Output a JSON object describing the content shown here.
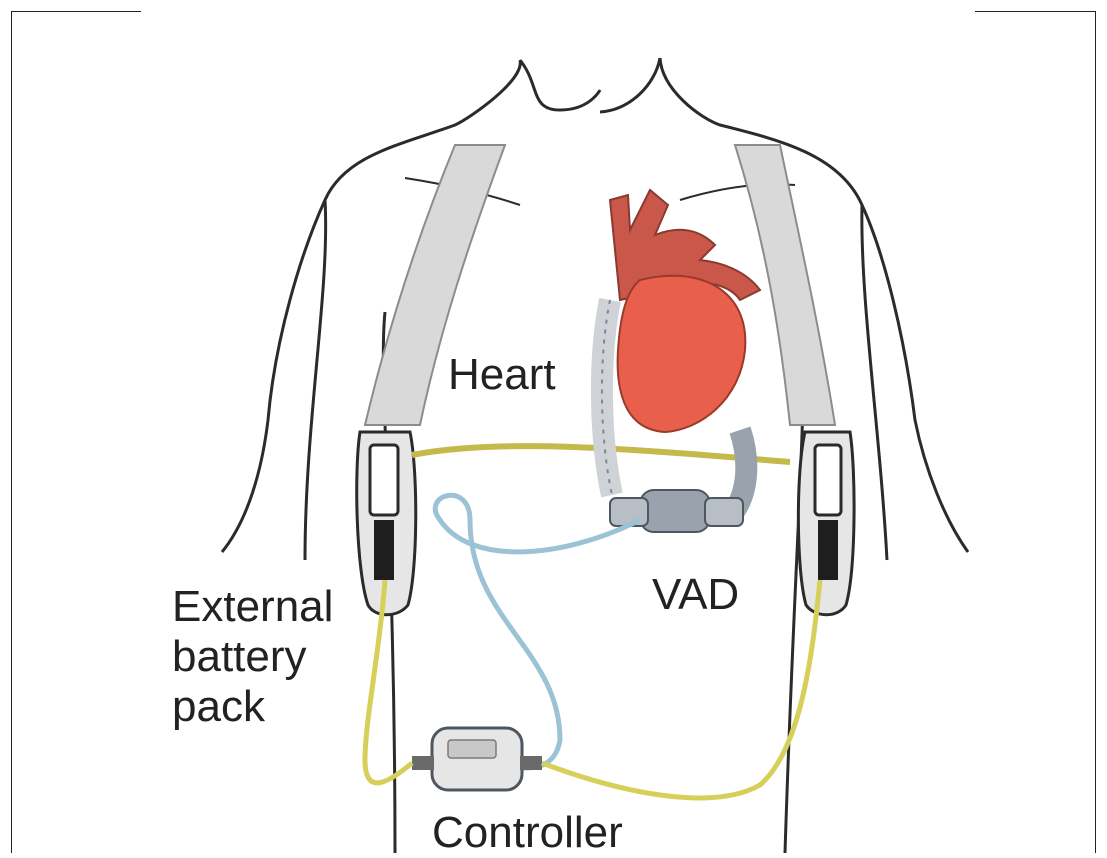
{
  "labels": {
    "heart": "Heart",
    "vad": "VAD",
    "battery_line1": "External",
    "battery_line2": "battery",
    "battery_line3": "pack",
    "controller": "Controller"
  },
  "colors": {
    "outline": "#2b2b2b",
    "heart": "#e8604c",
    "aorta": "#c9574a",
    "cable_yellow": "#d6cf5a",
    "cable_blue": "#9cc2d6",
    "strap": "#d9d9d9",
    "device_gray": "#9aa3ad"
  }
}
